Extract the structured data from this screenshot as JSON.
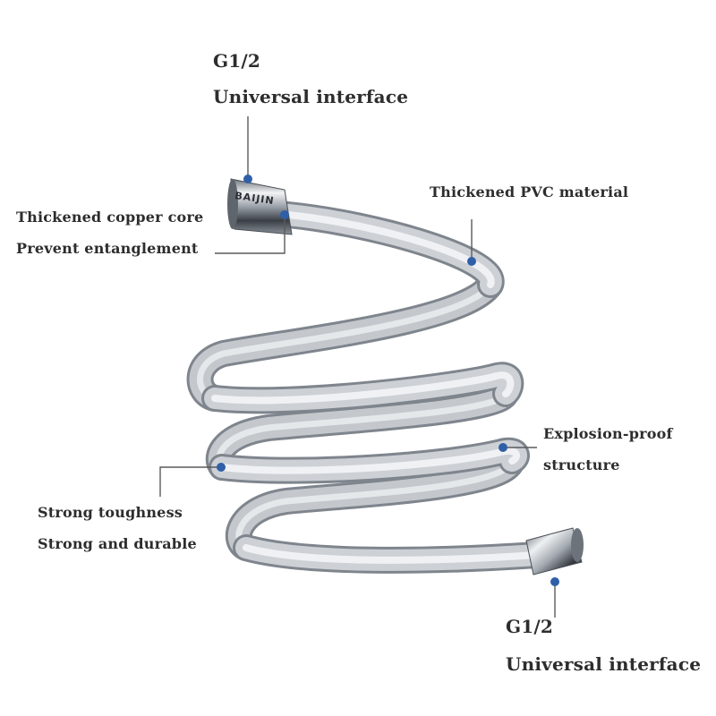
{
  "labels": {
    "top_interface": {
      "line1": "G1/2",
      "line2": "Universal interface"
    },
    "copper_core": {
      "line1": "Thickened copper core",
      "line2": "Prevent entanglement"
    },
    "pvc": {
      "line1": "Thickened PVC material"
    },
    "explosion": {
      "line1": "Explosion-proof",
      "line2": "structure"
    },
    "toughness": {
      "line1": "Strong toughness",
      "line2": "Strong and durable"
    },
    "bottom_interface": {
      "line1": "G1/2",
      "line2": "Universal interface"
    }
  },
  "brand_engraving": "BAIJIN",
  "colors": {
    "marker_dot": "#2f5fa8",
    "leader_line": "#5a5a5a",
    "hose_dark": "#7f858d",
    "hose_mid": "#c9cdd2",
    "hose_light": "#f4f5f7",
    "fitting_dark": "#3a3f46",
    "fitting_light": "#e8ebee"
  }
}
